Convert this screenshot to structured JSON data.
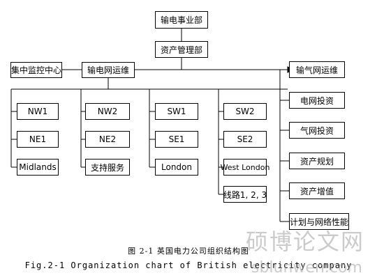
{
  "diagram": {
    "top": "输电事业部",
    "asset_mgmt": "资产管理部",
    "control_center": "集中监控中心",
    "grid_ops": "输电网运维",
    "gas_ops": "输气网运维",
    "right_items": [
      "电网投资",
      "气网投资",
      "资产规划",
      "资产增值",
      "计划与网络性能"
    ],
    "col1": [
      "NW1",
      "NE1",
      "Midlands"
    ],
    "col2": [
      "NW2",
      "NE2",
      "支持服务"
    ],
    "col3": [
      "SW1",
      "SE1",
      "London"
    ],
    "col4": [
      "SW2",
      "SE2",
      "West London",
      "线路1, 2, 3"
    ]
  },
  "caption": {
    "cn": "图 2-1 英国电力公司组织结构图",
    "en": "Fig.2-1 Organization chart of British electricity company"
  },
  "watermark": {
    "cn": "硕博论文网",
    "url": "sblunwen.com"
  }
}
